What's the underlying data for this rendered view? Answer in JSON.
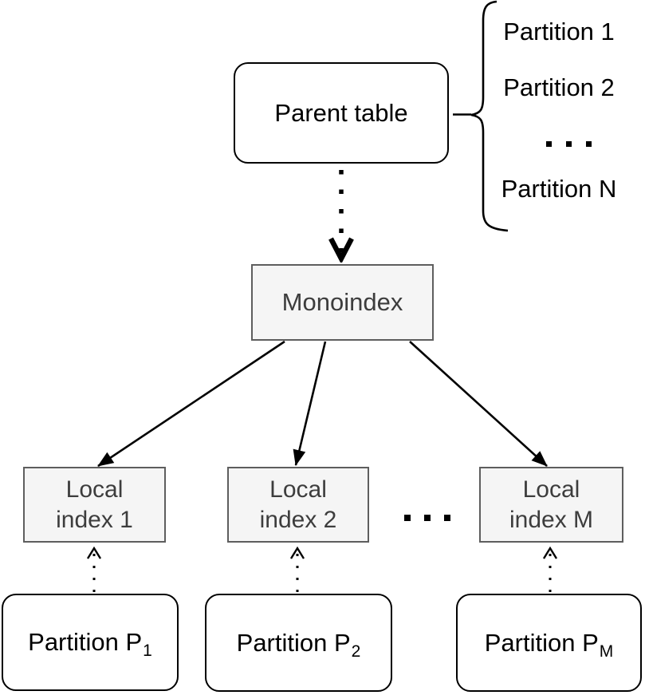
{
  "diagram": {
    "title_hint": "Partitioned table indexing diagram",
    "parent_table": {
      "label": "Parent table"
    },
    "brace_list": {
      "items": [
        {
          "label": "Partition 1"
        },
        {
          "label": "Partition 2"
        },
        {
          "label": "...",
          "is_ellipsis": true
        },
        {
          "label": "Partition N"
        }
      ]
    },
    "monoindex": {
      "label": "Monoindex"
    },
    "local_indexes": [
      {
        "line1": "Local",
        "line2": "index 1"
      },
      {
        "line1": "Local",
        "line2": "index 2"
      },
      {
        "line1": "Local",
        "line2": "index M"
      }
    ],
    "ellipsis_between_indexes": "...",
    "partitions": [
      {
        "base": "Partition P",
        "sub": "1"
      },
      {
        "base": "Partition P",
        "sub": "2"
      },
      {
        "base": "Partition P",
        "sub": "M"
      }
    ],
    "colors": {
      "background": "#ffffff",
      "solid_border": "#000000",
      "index_border": "#5e5e5e",
      "index_fill": "#f5f5f5",
      "index_text": "#3d3d3d",
      "arrow": "#000000"
    }
  }
}
